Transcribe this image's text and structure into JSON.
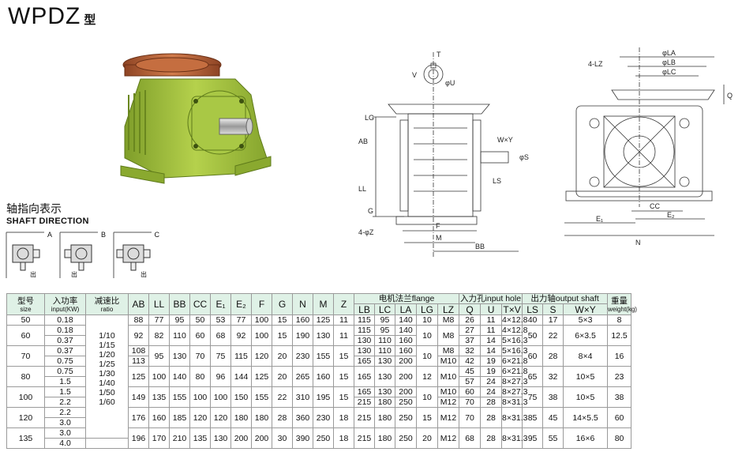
{
  "header": {
    "model": "WPDZ",
    "suffix": "型"
  },
  "shaft_direction": {
    "title_cn": "轴指向表示",
    "title_en": "SHAFT DIRECTION",
    "items": [
      {
        "tag": "A",
        "out": "出"
      },
      {
        "tag": "B",
        "out": "出"
      },
      {
        "tag": "C",
        "out": "出"
      }
    ]
  },
  "drawing_front": {
    "labels": [
      "T",
      "V",
      "φU",
      "LG",
      "AB",
      "LL",
      "G",
      "4-φZ",
      "F",
      "M",
      "BB",
      "W×Y",
      "φS",
      "LS"
    ]
  },
  "drawing_side": {
    "labels": [
      "4-LZ",
      "φLA",
      "φLB",
      "φLC",
      "Q",
      "CC",
      "E₁",
      "E₂",
      "N"
    ]
  },
  "table": {
    "h": {
      "model": "型号",
      "model_en": "size",
      "input": "入功率",
      "input_en": "input(KW)",
      "ratio": "减速比",
      "ratio_en": "ratio",
      "AB": "AB",
      "LL": "LL",
      "BB": "BB",
      "CC": "CC",
      "E1": "E₁",
      "E2": "E₂",
      "F": "F",
      "G": "G",
      "N": "N",
      "M": "M",
      "Z": "Z",
      "flange": "电机法兰flange",
      "LB": "LB",
      "LC": "LC",
      "LA": "LA",
      "LG": "LG",
      "LZ": "LZ",
      "inhole": "入力孔input hole",
      "Q": "Q",
      "U": "U",
      "TxV": "T×V",
      "outshaft": "出力轴output shaft",
      "LS": "LS",
      "S": "S",
      "WxY": "W×Y",
      "weight": "重量",
      "weight_en": "weight(kg)"
    },
    "ratio_values": [
      "1/10",
      "1/15",
      "1/20",
      "1/25",
      "1/30",
      "1/40",
      "1/50",
      "1/60"
    ],
    "sizes": [
      {
        "size": "50",
        "kw": [
          "0.18"
        ],
        "AB": "88",
        "LL": "77",
        "BB": "95",
        "CC": "50",
        "E1": "53",
        "E2": "77",
        "F": "100",
        "G": "15",
        "N": "160",
        "M": "125",
        "Z": "11",
        "flange": [
          {
            "LB": "115",
            "LC": "95",
            "LA": "140"
          }
        ],
        "LG": "10",
        "LZ": "M8",
        "inhole": [
          {
            "Q": "26",
            "U": "11",
            "TV": "4×12.8"
          }
        ],
        "LS": "40",
        "S": "17",
        "WY": "5×3",
        "weight": "8"
      },
      {
        "size": "60",
        "kw": [
          "0.18",
          "0.37"
        ],
        "AB": "92",
        "LL": "82",
        "BB": "110",
        "CC": "60",
        "E1": "68",
        "E2": "92",
        "F": "100",
        "G": "15",
        "N": "190",
        "M": "130",
        "Z": "11",
        "flange": [
          {
            "LB": "115",
            "LC": "95",
            "LA": "140"
          },
          {
            "LB": "130",
            "LC": "110",
            "LA": "160"
          }
        ],
        "LG": "10",
        "LZ": "M8",
        "inhole": [
          {
            "Q": "27",
            "U": "11",
            "TV": "4×12.8"
          },
          {
            "Q": "37",
            "U": "14",
            "TV": "5×16.3"
          }
        ],
        "LS": "50",
        "S": "22",
        "WY": "6×3.5",
        "weight": "12.5"
      },
      {
        "size": "70",
        "kw": [
          "0.37",
          "0.75"
        ],
        "AB": [
          "108",
          "113"
        ],
        "LL": "95",
        "BB": "130",
        "CC": "70",
        "E1": "75",
        "E2": "115",
        "F": "120",
        "G": "20",
        "N": "230",
        "M": "155",
        "Z": "15",
        "flange": [
          {
            "LB": "130",
            "LC": "110",
            "LA": "160"
          },
          {
            "LB": "165",
            "LC": "130",
            "LA": "200"
          }
        ],
        "LG": "10",
        "LZ": [
          "M8",
          "M10"
        ],
        "inhole": [
          {
            "Q": "32",
            "U": "14",
            "TV": "5×16.3"
          },
          {
            "Q": "42",
            "U": "19",
            "TV": "6×21.8"
          }
        ],
        "LS": "60",
        "S": "28",
        "WY": "8×4",
        "weight": "16"
      },
      {
        "size": "80",
        "kw": [
          "0.75",
          "1.5"
        ],
        "AB": "125",
        "LL": "100",
        "BB": "140",
        "CC": "80",
        "E1": "96",
        "E2": "144",
        "F": "125",
        "G": "20",
        "N": "265",
        "M": "160",
        "Z": "15",
        "flange": [
          {
            "LB": "165",
            "LC": "130",
            "LA": "200"
          }
        ],
        "LG": "12",
        "LZ": "M10",
        "inhole": [
          {
            "Q": "45",
            "U": "19",
            "TV": "6×21.8"
          },
          {
            "Q": "57",
            "U": "24",
            "TV": "8×27.3"
          }
        ],
        "LS": "65",
        "S": "32",
        "WY": "10×5",
        "weight": "23"
      },
      {
        "size": "100",
        "kw": [
          "1.5",
          "2.2"
        ],
        "AB": "149",
        "LL": "135",
        "BB": "155",
        "CC": "100",
        "E1": "100",
        "E2": "150",
        "F": "155",
        "G": "22",
        "N": "310",
        "M": "195",
        "Z": "15",
        "flange": [
          {
            "LB": "165",
            "LC": "130",
            "LA": "200"
          },
          {
            "LB": "215",
            "LC": "180",
            "LA": "250"
          }
        ],
        "LG": "10",
        "LZ": [
          "M10",
          "M12"
        ],
        "inhole": [
          {
            "Q": "60",
            "U": "24",
            "TV": "8×27.3"
          },
          {
            "Q": "70",
            "U": "28",
            "TV": "8×31.3"
          }
        ],
        "LS": "75",
        "S": "38",
        "WY": "10×5",
        "weight": "38"
      },
      {
        "size": "120",
        "kw": [
          "2.2",
          "3.0"
        ],
        "AB": "176",
        "LL": "160",
        "BB": "185",
        "CC": "120",
        "E1": "120",
        "E2": "180",
        "F": "180",
        "G": "28",
        "N": "360",
        "M": "230",
        "Z": "18",
        "flange": [
          {
            "LB": "215",
            "LC": "180",
            "LA": "250"
          }
        ],
        "LG": "15",
        "LZ": "M12",
        "inhole": [
          {
            "Q": "70",
            "U": "28",
            "TV": "8×31.3"
          }
        ],
        "LS": "85",
        "S": "45",
        "WY": "14×5.5",
        "weight": "60"
      },
      {
        "size": "135",
        "kw": [
          "3.0",
          "4.0"
        ],
        "AB": "196",
        "LL": "170",
        "BB": "210",
        "CC": "135",
        "E1": "130",
        "E2": "200",
        "F": "200",
        "G": "30",
        "N": "390",
        "M": "250",
        "Z": "18",
        "flange": [
          {
            "LB": "215",
            "LC": "180",
            "LA": "250"
          }
        ],
        "LG": "20",
        "LZ": "M12",
        "inhole": [
          {
            "Q": "68",
            "U": "28",
            "TV": "8×31.3"
          }
        ],
        "LS": "95",
        "S": "55",
        "WY": "16×6",
        "weight": "80"
      }
    ]
  },
  "colors": {
    "header_bg": "#dff1e6",
    "gear_green": "#9fbf3a",
    "flange_copper": "#b8643a",
    "border": "#9a9a9a"
  }
}
